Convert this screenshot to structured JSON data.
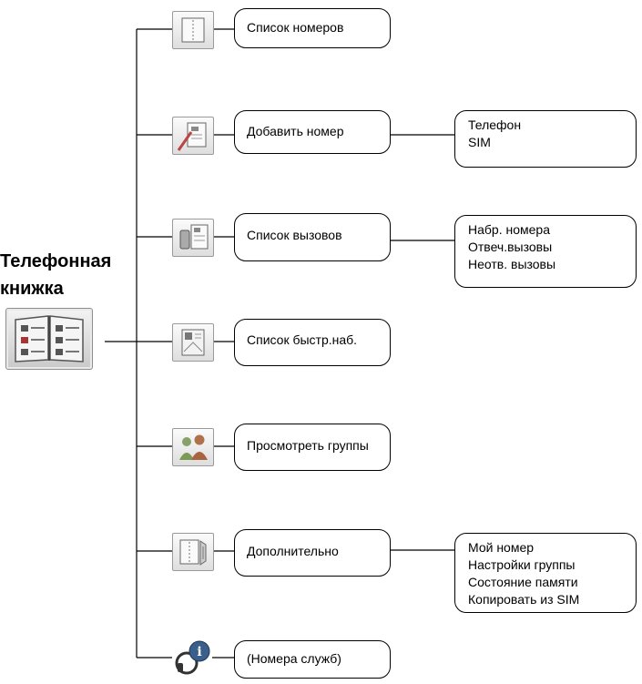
{
  "root": {
    "title_line1": "Телефонная",
    "title_line2": "книжка",
    "icon": "phonebook-icon"
  },
  "menu": [
    {
      "label": "Список номеров",
      "icon": "phonebook-list-icon",
      "submenu": []
    },
    {
      "label": "Добавить номер",
      "icon": "add-entry-icon",
      "submenu": [
        "Телефон",
        "SIM"
      ]
    },
    {
      "label": "Список вызовов",
      "icon": "call-log-icon",
      "submenu": [
        "Набр. номера",
        "Отвеч.вызовы",
        "Неотв. вызовы"
      ]
    },
    {
      "label": "Список быстр.наб.",
      "icon": "speed-dial-icon",
      "submenu": []
    },
    {
      "label": "Просмотреть группы",
      "icon": "groups-icon",
      "submenu": []
    },
    {
      "label": "Дополнительно",
      "icon": "advanced-icon",
      "submenu": [
        "Мой номер",
        "Настройки группы",
        "Состояние памяти",
        "Копировать из SIM"
      ]
    },
    {
      "label": "(Номера служб)",
      "icon": "service-numbers-icon",
      "submenu": []
    }
  ]
}
